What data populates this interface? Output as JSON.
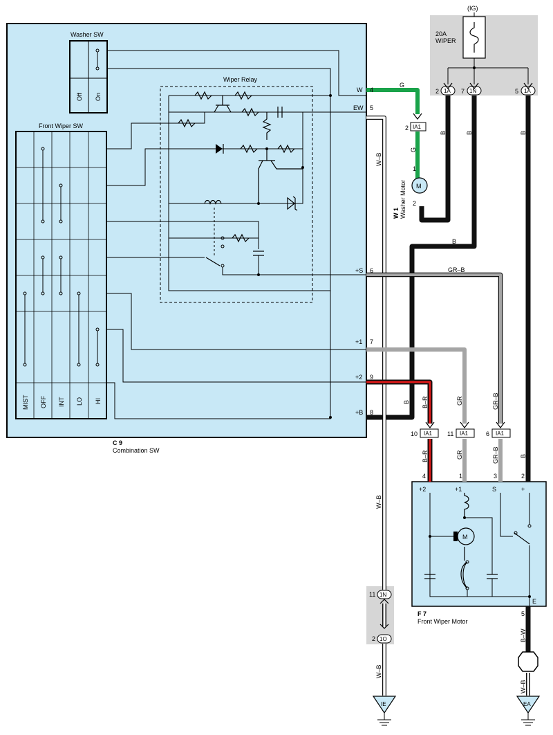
{
  "colors": {
    "panel_blue": "#c8e8f6",
    "panel_gray": "#d6d6d6",
    "wire_black": "#111111",
    "wire_green": "#1aa34a",
    "wire_gray": "#a5a5a5",
    "wire_red": "#e01818"
  },
  "fuse": {
    "ig_label": "(IG)",
    "rating": "20A",
    "name": "WIPER",
    "pins": [
      {
        "num": "2",
        "conn": "1A"
      },
      {
        "num": "7",
        "conn": "1N"
      },
      {
        "num": "5",
        "conn": "1A"
      }
    ]
  },
  "combination_sw": {
    "code": "C 9",
    "name": "Combination SW",
    "washer_sw": {
      "title": "Washer SW",
      "off": "Off",
      "on": "On"
    },
    "wiper_relay": {
      "title": "Wiper Relay"
    },
    "front_wiper_sw": {
      "title": "Front Wiper SW",
      "positions": [
        "MIST",
        "OFF",
        "INT",
        "LO",
        "HI"
      ]
    },
    "terminals": [
      {
        "label": "W",
        "pin": "4"
      },
      {
        "label": "EW",
        "pin": "5"
      },
      {
        "label": "+S",
        "pin": "6"
      },
      {
        "label": "+1",
        "pin": "7"
      },
      {
        "label": "+2",
        "pin": "9"
      },
      {
        "label": "+B",
        "pin": "8"
      }
    ]
  },
  "washer_motor": {
    "code": "W 1",
    "name": "Washer Motor",
    "motor_symbol": "M",
    "pin_top": "1",
    "pin_bottom": "2",
    "connector": {
      "pin": "2",
      "name": "IA1"
    }
  },
  "front_wiper_motor": {
    "code": "F 7",
    "name": "Front Wiper Motor",
    "motor_symbol": "M",
    "terminals": [
      {
        "label": "+2",
        "pin": "4"
      },
      {
        "label": "+1",
        "pin": "1"
      },
      {
        "label": "S",
        "pin": "3"
      },
      {
        "label": "+",
        "pin": "2"
      }
    ],
    "ground_label": "E",
    "ground_pin": "5"
  },
  "connectors_ia1": [
    {
      "pin": "10",
      "name": "IA1"
    },
    {
      "pin": "11",
      "name": "IA1"
    },
    {
      "pin": "6",
      "name": "IA1"
    }
  ],
  "junction": {
    "top": {
      "pin": "11",
      "conn": "1N"
    },
    "bottom": {
      "pin": "2",
      "conn": "1O"
    }
  },
  "wire_colors": {
    "w_line": "G",
    "w_line_lower": "G",
    "b": "B",
    "wb": "W–B",
    "grb": "GR–B",
    "gr": "GR",
    "br": "B–R",
    "bw": "B–W"
  },
  "grounds": {
    "left": "IE",
    "right": "EA"
  }
}
